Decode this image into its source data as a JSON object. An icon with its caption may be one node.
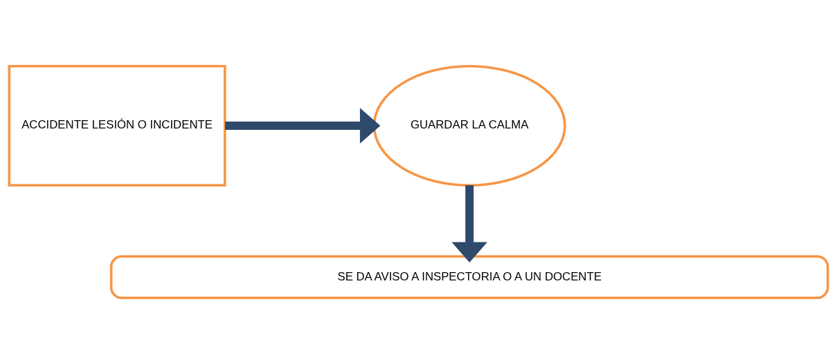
{
  "diagram": {
    "nodes": [
      {
        "text": [
          "ACCIDENTE LESIÓN O INCIDENTE"
        ]
      },
      {
        "text": [
          "GUARDAR LA CALMA"
        ]
      },
      {
        "text": [
          "SE DA AVISO A INSPECTORIA O A UN DOCENTE"
        ]
      }
    ],
    "edges": [
      {
        "from": 0,
        "to": 1,
        "arrow": "to"
      },
      {
        "from": 1,
        "to": 2,
        "arrow": "to"
      }
    ]
  }
}
